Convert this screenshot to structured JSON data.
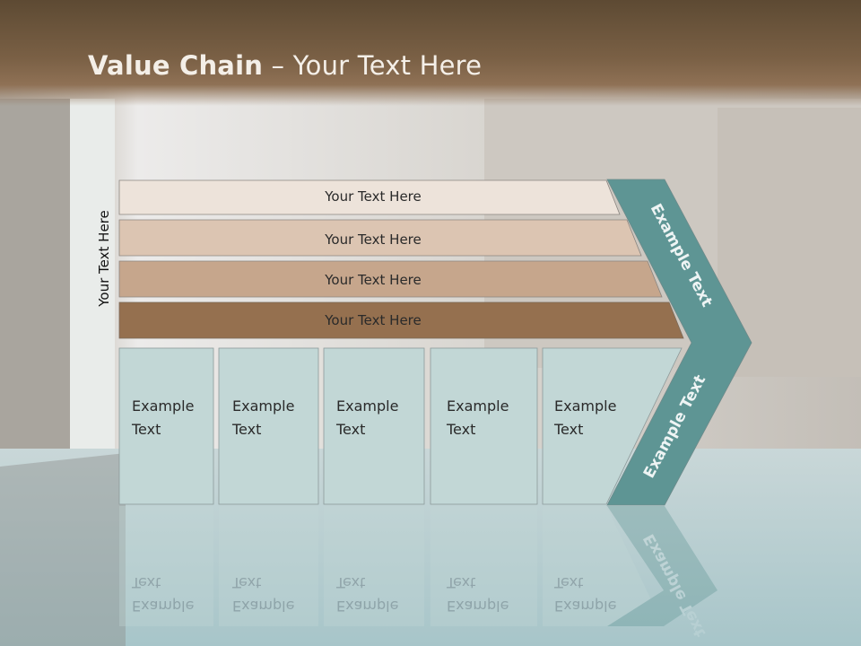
{
  "title": {
    "bold": "Value Chain",
    "rest": " – Your Text Here"
  },
  "side_label": "Your Text Here",
  "bars": [
    {
      "label": "Your Text Here",
      "color": "#ede3da"
    },
    {
      "label": "Your Text Here",
      "color": "#dcc5b2"
    },
    {
      "label": "Your Text Here",
      "color": "#c6a68c"
    },
    {
      "label": "Your Text Here",
      "color": "#95704f"
    }
  ],
  "boxes": [
    {
      "line1": "Example",
      "line2": "Text"
    },
    {
      "line1": "Example",
      "line2": "Text"
    },
    {
      "line1": "Example",
      "line2": "Text"
    },
    {
      "line1": "Example",
      "line2": "Text"
    },
    {
      "line1": "Example",
      "line2": "Text"
    }
  ],
  "chevron": {
    "upper_label": "Example Text",
    "lower_label": "Example Text",
    "color": "#5e9594"
  },
  "colors": {
    "box_fill": "#c2d7d6",
    "title_bar": "#7a6045"
  }
}
